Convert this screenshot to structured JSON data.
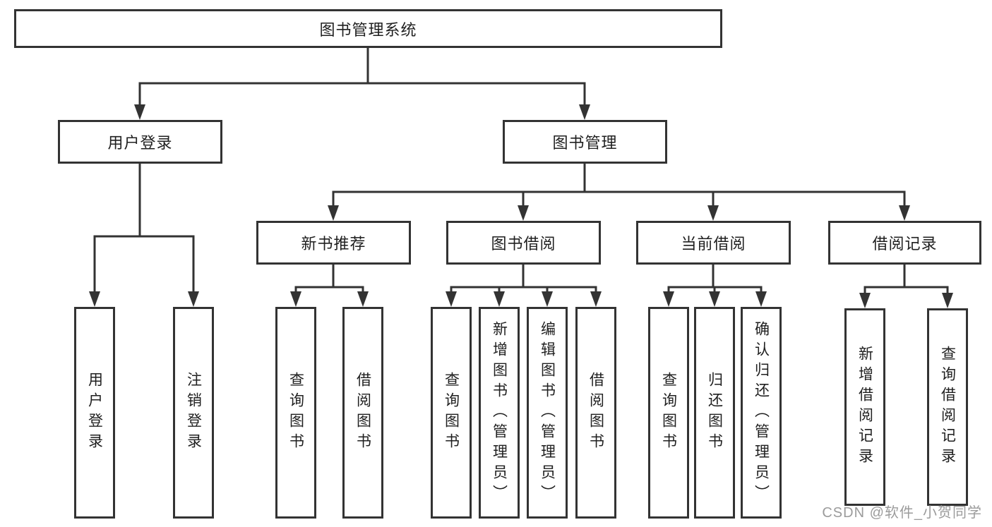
{
  "diagram_title": "图书管理系统",
  "watermark": "CSDN @软件_小贺同学",
  "colors": {
    "line": "#333333",
    "text": "#1f1f1f",
    "box_fill": "#ffffff",
    "watermark": "#9b9b9b"
  },
  "tree": {
    "label": "图书管理系统",
    "children": [
      {
        "label": "用户登录",
        "children": [
          {
            "label": "用户登录"
          },
          {
            "label": "注销登录"
          }
        ]
      },
      {
        "label": "图书管理",
        "children": [
          {
            "label": "新书推荐",
            "children": [
              {
                "label": "查询图书"
              },
              {
                "label": "借阅图书"
              }
            ]
          },
          {
            "label": "图书借阅",
            "children": [
              {
                "label": "查询图书"
              },
              {
                "label": "新增图书（管理员）"
              },
              {
                "label": "编辑图书（管理员）"
              },
              {
                "label": "借阅图书"
              }
            ]
          },
          {
            "label": "当前借阅",
            "children": [
              {
                "label": "查询图书"
              },
              {
                "label": "归还图书"
              },
              {
                "label": "确认归还（管理员）"
              }
            ]
          },
          {
            "label": "借阅记录",
            "children": [
              {
                "label": "新增借阅记录"
              },
              {
                "label": "查询借阅记录"
              }
            ]
          }
        ]
      }
    ]
  }
}
